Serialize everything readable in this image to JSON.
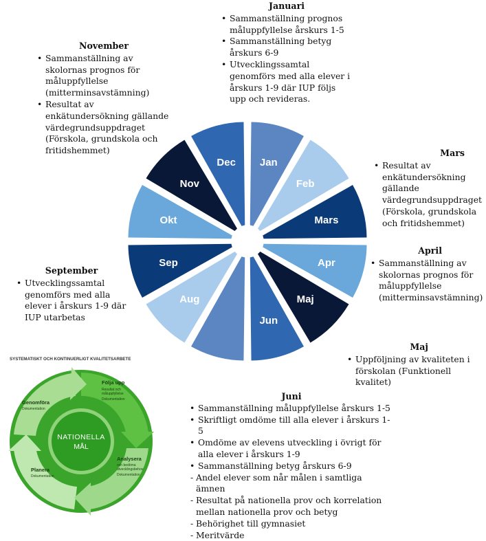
{
  "colors": {
    "navy": "#0b3a78",
    "blue": "#2f67b0",
    "steel": "#5b86c2",
    "sky": "#6aa8dc",
    "pale": "#a9ccec",
    "dark": "#0a1838",
    "green_dark": "#4cb234",
    "green_light": "#9ed98b",
    "green_pale": "#bfe8b1"
  },
  "wheel": {
    "months": [
      {
        "label": "Jan",
        "color": "steel"
      },
      {
        "label": "Feb",
        "color": "pale"
      },
      {
        "label": "Mars",
        "color": "navy"
      },
      {
        "label": "Apr",
        "color": "sky"
      },
      {
        "label": "Maj",
        "color": "dark"
      },
      {
        "label": "Jun",
        "color": "blue"
      },
      {
        "label": "",
        "color": "steel"
      },
      {
        "label": "Aug",
        "color": "pale"
      },
      {
        "label": "Sep",
        "color": "navy"
      },
      {
        "label": "Okt",
        "color": "sky"
      },
      {
        "label": "Nov",
        "color": "dark"
      },
      {
        "label": "Dec",
        "color": "blue"
      }
    ]
  },
  "notes": {
    "januari": {
      "title": "Januari",
      "items": [
        "Sammanställning prognos måluppfyllelse årskurs 1-5",
        "Sammanställning betyg årskurs 6-9",
        "Utvecklingssamtal genomförs med alla elever i årskurs 1-9 där IUP följs upp och revideras."
      ]
    },
    "november": {
      "title": "November",
      "items": [
        "Sammanställning av skolornas prognos för måluppfyllelse (mitterminsavstämning)",
        "Resultat av enkätundersökning gällande värdegrundsuppdraget (Förskola, grundskola och fritidshemmet)"
      ]
    },
    "mars": {
      "title": "Mars",
      "items": [
        "Resultat av enkätundersökning gällande värdegrundsuppdraget (Förskola, grundskola och fritidshemmet)"
      ]
    },
    "april": {
      "title": "April",
      "items": [
        "Sammanställning av skolornas prognos för måluppfyllelse (mitterminsavstämning)"
      ]
    },
    "september": {
      "title": "September",
      "items": [
        "Utvecklingssamtal genomförs med alla elever i årskurs 1-9 där IUP utarbetas"
      ]
    },
    "maj": {
      "title": "Maj",
      "items": [
        "Uppföljning av kvaliteten i förskolan (Funktionell kvalitet)"
      ]
    },
    "juni": {
      "title": "Juni",
      "items": [
        "Sammanställning måluppfyllelse årskurs 1-5",
        "Skriftligt omdöme till alla elever i årskurs 1-5",
        "Omdöme av elevens utveckling i övrigt för alla elever i årskurs 1-9",
        "Sammanställning betyg årskurs 6-9"
      ],
      "subitems": [
        "Andel elever som når målen i samtliga ämnen",
        "Resultat på nationella prov och korrelation mellan nationella prov och betyg",
        "Behörighet till gymnasiet",
        "Meritvärde"
      ]
    }
  },
  "cycle": {
    "heading": "SYSTEMATISKT OCH KONTINUERLIGT KVALITETSARBETE",
    "center_line1": "NATIONELLA",
    "center_line2": "MÅL",
    "stages": {
      "folja_upp": {
        "title": "Följa upp",
        "sub1": "Resultat och",
        "sub2": "måluppfyllelse",
        "sub3": "Dokumentation"
      },
      "analysera": {
        "title": "Analysera",
        "sub1": "och bedöma",
        "sub2": "utvecklingsbehov",
        "sub3": "Dokumentation"
      },
      "planera": {
        "title": "Planera",
        "sub1": "Dokumentation"
      },
      "genomfora": {
        "title": "Genomföra",
        "sub1": "Dokumentation"
      }
    }
  }
}
